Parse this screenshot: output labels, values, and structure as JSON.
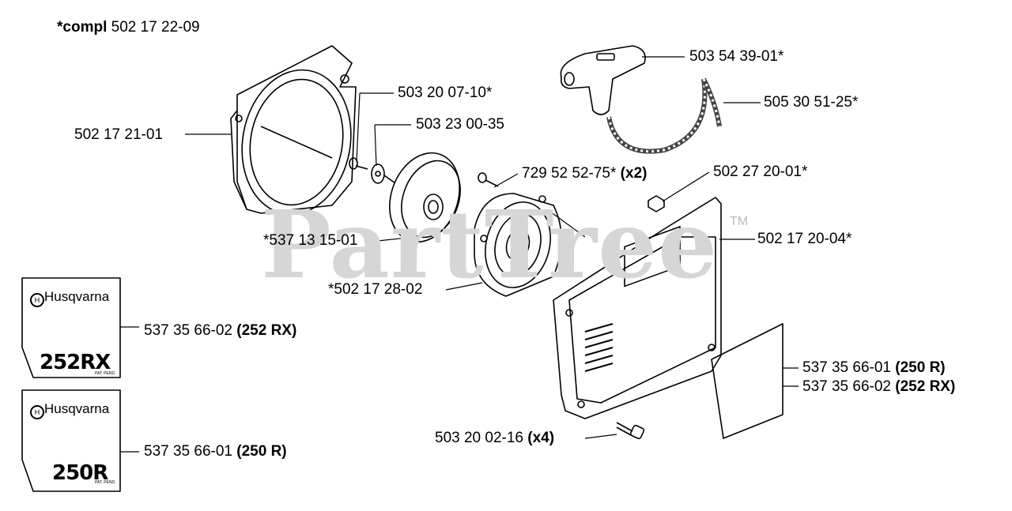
{
  "watermark": "PartTree",
  "trademark": "TM",
  "title": {
    "prefix": "*compl",
    "number": "502 17 22-09"
  },
  "labels": [
    {
      "id": "fan-housing",
      "number": "502 17 21-01",
      "qty": ""
    },
    {
      "id": "screw-center",
      "number": "503 20 07-10*",
      "qty": ""
    },
    {
      "id": "washer",
      "number": "503 23 00-35",
      "qty": ""
    },
    {
      "id": "pulley",
      "number": "*537 13 15-01",
      "qty": ""
    },
    {
      "id": "spring-cassette",
      "number": "*502 17 28-02",
      "qty": ""
    },
    {
      "id": "screw-small",
      "number": "729 52 52-75*",
      "qty": "(x2)"
    },
    {
      "id": "handle",
      "number": "503 54 39-01*",
      "qty": ""
    },
    {
      "id": "rope",
      "number": "505 30 51-25*",
      "qty": ""
    },
    {
      "id": "nut",
      "number": "502 27 20-01*",
      "qty": ""
    },
    {
      "id": "starter-cover",
      "number": "502 17 20-04*",
      "qty": ""
    },
    {
      "id": "decal-250",
      "number": "537 35 66-01",
      "qty": "(250 R)"
    },
    {
      "id": "decal-252",
      "number": "537 35 66-02",
      "qty": "(252 RX)"
    },
    {
      "id": "screw-cover",
      "number": "503 20 02-16",
      "qty": "(x4)"
    },
    {
      "id": "decal-left-252",
      "number": "537 35 66-02",
      "qty": "(252 RX)"
    },
    {
      "id": "decal-left-250",
      "number": "537 35 66-01",
      "qty": "(250 R)"
    }
  ],
  "decals": [
    {
      "brand": "Husqvarna",
      "model": "252RX",
      "small": "PAT. PEND."
    },
    {
      "brand": "Husqvarna",
      "model": "250R",
      "small": "PAT. PEND."
    }
  ]
}
